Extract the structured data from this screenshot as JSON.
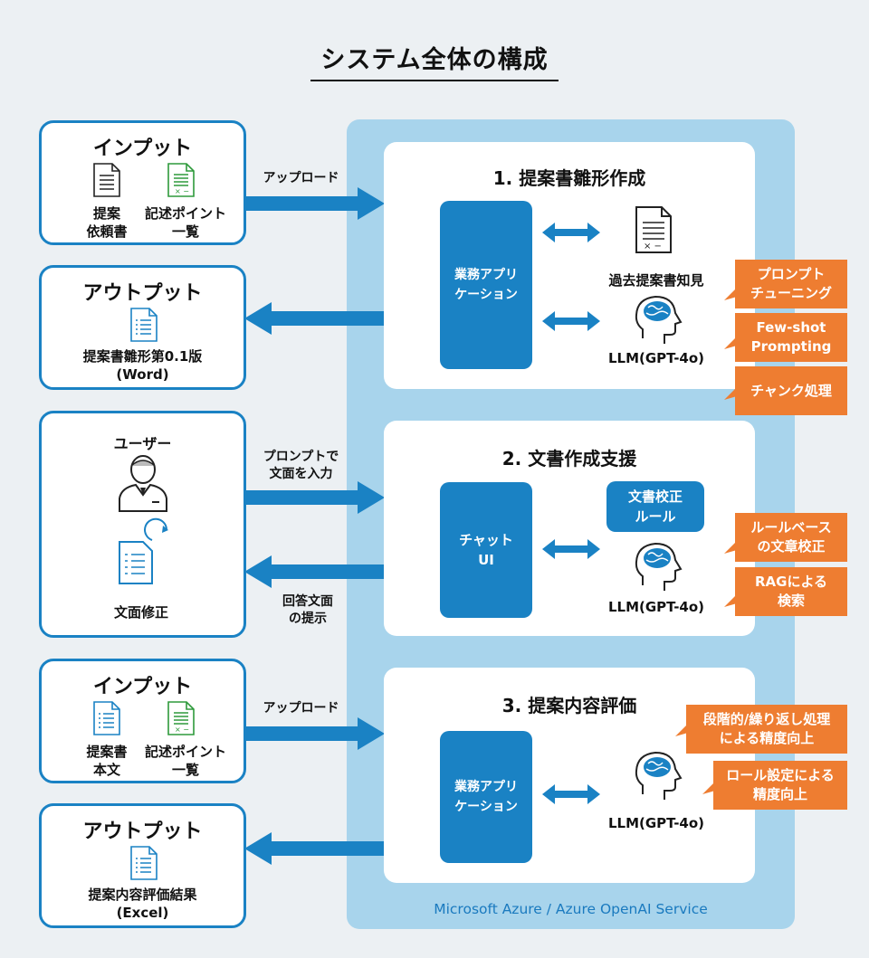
{
  "title": "システム全体の構成",
  "colors": {
    "accent_blue": "#1a82c4",
    "azure_bg": "#a8d4ec",
    "tag_orange": "#ee7d31",
    "background": "#ecf0f3"
  },
  "left_panels": [
    {
      "title": "インプット",
      "items": [
        {
          "icon": "document-icon",
          "label": "提案\n依頼書"
        },
        {
          "icon": "excel-document-icon",
          "label": "記述ポイント\n一覧"
        }
      ]
    },
    {
      "title": "アウトプット",
      "items": [
        {
          "icon": "word-document-icon",
          "label": "提案書雛形第0.1版\n(Word)"
        }
      ]
    },
    {
      "title": "ユーザー",
      "items": [
        {
          "icon": "user-icon",
          "label": ""
        },
        {
          "icon": "document-edit-icon",
          "label": "文面修正"
        }
      ]
    },
    {
      "title": "インプット",
      "items": [
        {
          "icon": "document-icon",
          "label": "提案書\n本文"
        },
        {
          "icon": "excel-document-icon",
          "label": "記述ポイント\n一覧"
        }
      ]
    },
    {
      "title": "アウトプット",
      "items": [
        {
          "icon": "word-document-icon",
          "label": "提案内容評価結果\n(Excel)"
        }
      ]
    }
  ],
  "arrow_labels": {
    "upload1": "アップロード",
    "prompt": "プロンプトで\n文面を入力",
    "answer": "回答文面\nの提示",
    "upload2": "アップロード"
  },
  "azure_label": "Microsoft Azure / Azure OpenAI Service",
  "steps": [
    {
      "title": "1. 提案書雛形作成",
      "app": "業務アプリ\nケーション",
      "knowledge": "過去提案書知見",
      "llm": "LLM(GPT-4o)",
      "tags": [
        "プロンプト\nチューニング",
        "Few-shot\nPrompting",
        "チャンク処理"
      ]
    },
    {
      "title": "2. 文書作成支援",
      "app": "チャット\nUI",
      "rule_box": "文書校正\nルール",
      "llm": "LLM(GPT-4o)",
      "tags": [
        "ルールベース\nの文章校正",
        "RAGによる\n検索"
      ]
    },
    {
      "title": "3. 提案内容評価",
      "app": "業務アプリ\nケーション",
      "llm": "LLM(GPT-4o)",
      "tags": [
        "段階的/繰り返し処理\nによる精度向上",
        "ロール設定による\n精度向上"
      ]
    }
  ]
}
